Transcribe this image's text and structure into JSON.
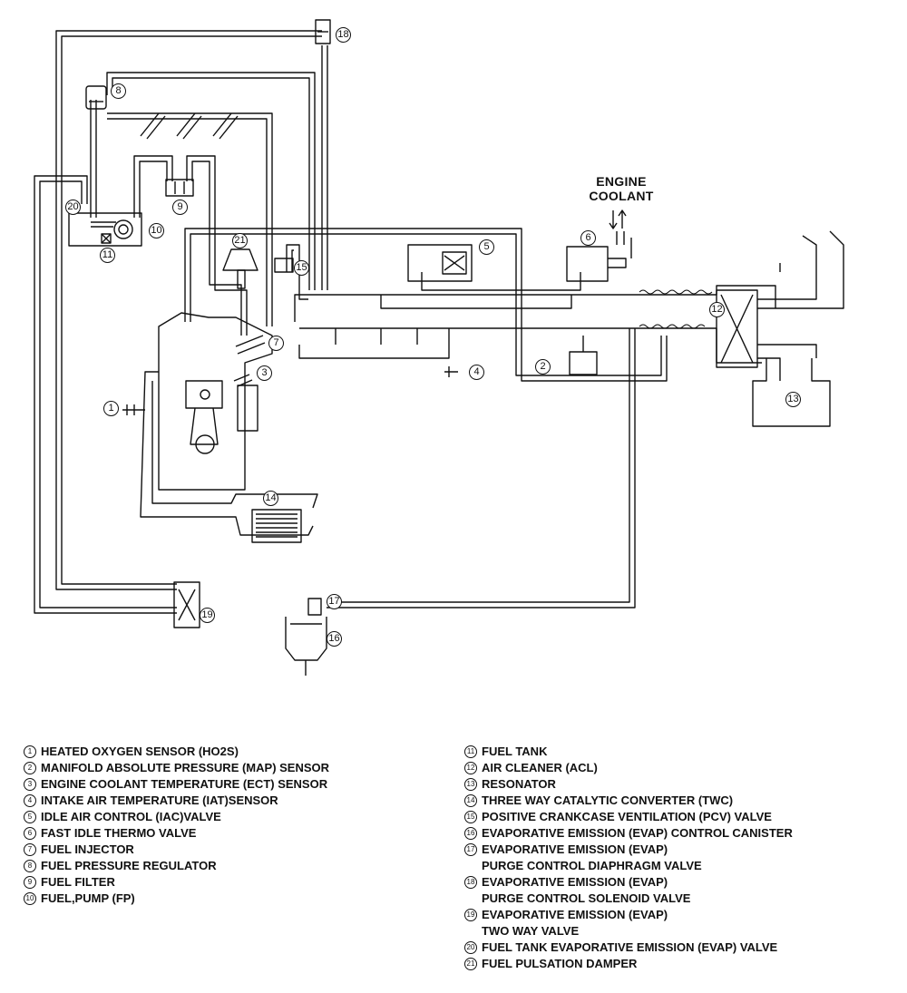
{
  "header": {
    "line1": "ENGINE",
    "line2": "COOLANT"
  },
  "legend_left": [
    {
      "num": "1",
      "text": "HEATED OXYGEN SENSOR (HO2S)"
    },
    {
      "num": "2",
      "text": "MANIFOLD ABSOLUTE PRESSURE (MAP) SENSOR"
    },
    {
      "num": "3",
      "text": "ENGINE COOLANT TEMPERATURE (ECT) SENSOR"
    },
    {
      "num": "4",
      "text": "INTAKE AIR TEMPERATURE (IAT)SENSOR"
    },
    {
      "num": "5",
      "text": "IDLE AIR CONTROL (IAC)VALVE"
    },
    {
      "num": "6",
      "text": "FAST IDLE THERMO VALVE"
    },
    {
      "num": "7",
      "text": "FUEL INJECTOR"
    },
    {
      "num": "8",
      "text": "FUEL PRESSURE REGULATOR"
    },
    {
      "num": "9",
      "text": "FUEL FILTER"
    },
    {
      "num": "10",
      "text": "FUEL,PUMP (FP)"
    }
  ],
  "legend_right": [
    {
      "num": "11",
      "text": "FUEL TANK"
    },
    {
      "num": "12",
      "text": "AIR CLEANER (ACL)"
    },
    {
      "num": "13",
      "text": "RESONATOR"
    },
    {
      "num": "14",
      "text": "THREE WAY CATALYTIC CONVERTER (TWC)"
    },
    {
      "num": "15",
      "text": "POSITIVE CRANKCASE VENTILATION (PCV) VALVE"
    },
    {
      "num": "16",
      "text": "EVAPORATIVE EMISSION (EVAP) CONTROL CANISTER"
    },
    {
      "num": "17",
      "text": "EVAPORATIVE EMISSION (EVAP)",
      "text2": "PURGE CONTROL DIAPHRAGM VALVE"
    },
    {
      "num": "18",
      "text": "EVAPORATIVE EMISSION (EVAP)",
      "text2": "PURGE CONTROL SOLENOID VALVE"
    },
    {
      "num": "19",
      "text": "EVAPORATIVE EMISSION (EVAP)",
      "text2": "TWO WAY VALVE"
    },
    {
      "num": "20",
      "text": "FUEL TANK EVAPORATIVE EMISSION (EVAP) VALVE"
    },
    {
      "num": "21",
      "text": "FUEL PULSATION DAMPER"
    }
  ],
  "callouts": {
    "c1": "1",
    "c2": "2",
    "c3": "3",
    "c4": "4",
    "c5": "5",
    "c6": "6",
    "c7": "7",
    "c8": "8",
    "c9": "9",
    "c10": "10",
    "c11": "11",
    "c12": "12",
    "c13": "13",
    "c14": "14",
    "c15": "15",
    "c16": "16",
    "c17": "17",
    "c18": "18",
    "c19": "19",
    "c20": "20",
    "c21": "21"
  }
}
